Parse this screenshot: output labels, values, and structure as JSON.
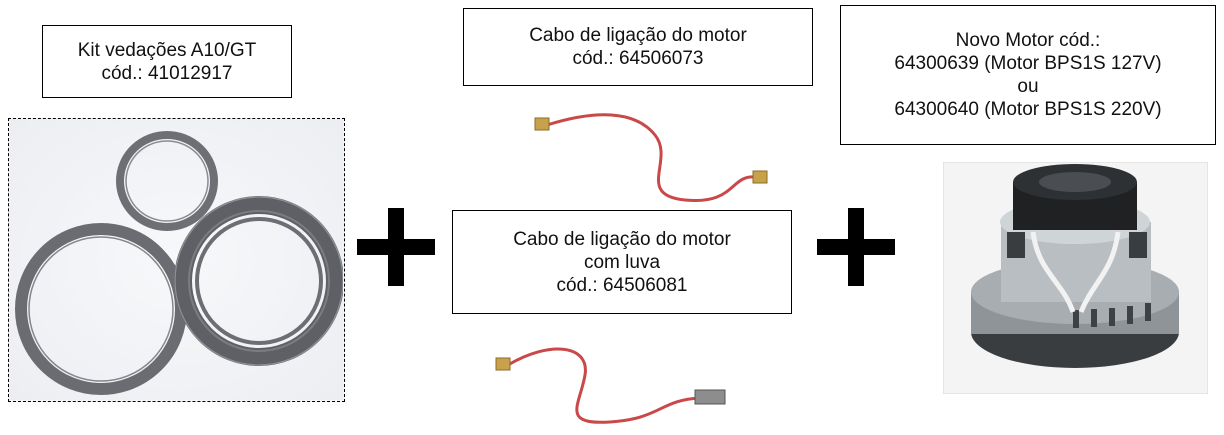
{
  "kit": {
    "lines": [
      "Kit vedações A10/GT",
      "cód.: 41012917"
    ],
    "image_subject": "rubber-seal-rings"
  },
  "cable_motor": {
    "lines": [
      "Cabo de ligação do motor",
      "cód.: 64506073"
    ],
    "image_subject": "wire-cable-red"
  },
  "cable_motor_sleeve": {
    "lines": [
      "Cabo de ligação do motor",
      "com luva",
      "cód.: 64506081"
    ],
    "image_subject": "wire-cable-red-with-sleeve"
  },
  "motor": {
    "lines": [
      "Novo Motor cód.:",
      "64300639 (Motor BPS1S 127V)",
      "ou",
      "64300640 (Motor BPS1S 220V)"
    ],
    "image_subject": "vacuum-motor"
  },
  "colors": {
    "plus": "#000000",
    "seal": "#6e6f74",
    "wire": "#c94848",
    "connector": "#c8a24a",
    "motor_body": "#9aa0a3"
  },
  "symbols": {
    "plus": "plus-icon"
  }
}
